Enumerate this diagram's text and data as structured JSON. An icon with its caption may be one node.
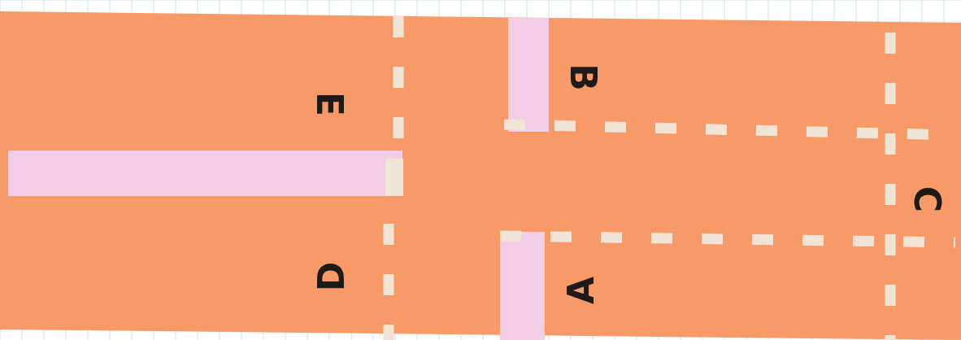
{
  "diagram": {
    "labels": [
      "E",
      "B",
      "C",
      "D",
      "A"
    ]
  }
}
